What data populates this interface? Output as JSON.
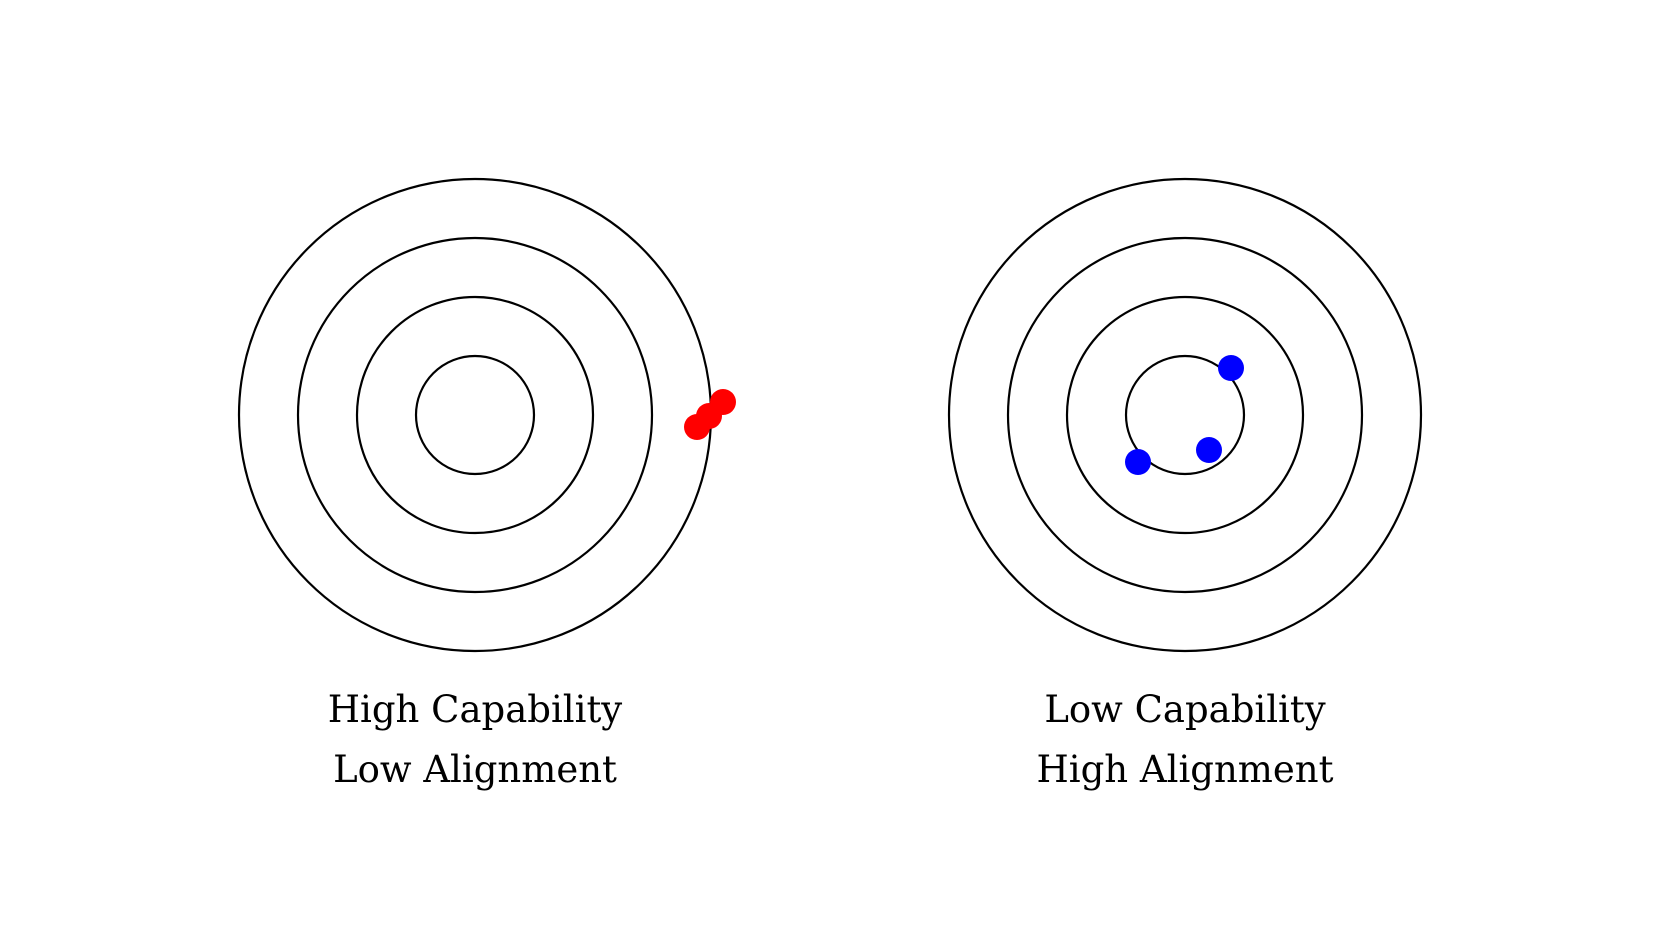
{
  "panels": [
    {
      "caption_line1": "High Capability",
      "caption_line2": "Low Alignment",
      "dot_color": "#ff0000"
    },
    {
      "caption_line1": "Low Capability",
      "caption_line2": "High Alignment",
      "dot_color": "#0000ff"
    }
  ],
  "colors": {
    "ring_stroke": "#000000",
    "background": "#ffffff"
  },
  "ring_count": 4
}
